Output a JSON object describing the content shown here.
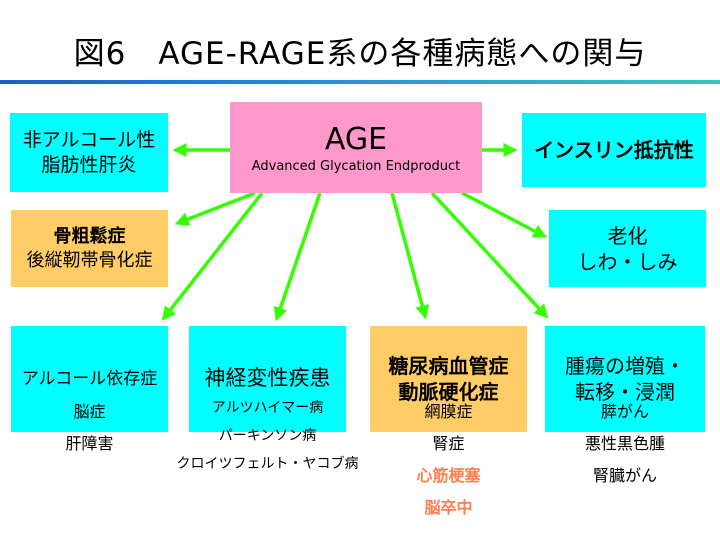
{
  "title": "図6　AGE-RAGE系の各種病態への関与",
  "center": {
    "title": "AGE",
    "subtitle": "Advanced Glycation Endproduct"
  },
  "nafld": [
    "非アルコール性",
    "脂肪性肝炎"
  ],
  "insulin": "インスリン抵抗性",
  "osteo": [
    "骨粗鬆症",
    "後縦靭帯骨化症"
  ],
  "aging": [
    "老化",
    "しわ・しみ"
  ],
  "alcohol": {
    "label": "アルコール依存症",
    "items": [
      "脳症",
      "肝障害"
    ]
  },
  "neuro": {
    "label": "神経変性疾患",
    "items": [
      "アルツハイマー病",
      "パーキンソン病",
      "クロイツフェルト・ヤコブ病"
    ]
  },
  "diabetes": {
    "label": [
      "糖尿病血管症",
      "動脈硬化症"
    ],
    "items": [
      "網膜症",
      "腎症"
    ],
    "highlighted": [
      "心筋梗塞",
      "脳卒中"
    ]
  },
  "tumor": {
    "label": [
      "腫瘍の増殖・",
      "転移・浸潤"
    ],
    "items": [
      "膵がん",
      "悪性黒色腫",
      "腎臓がん"
    ]
  },
  "colors": {
    "arrow": "#33ff00",
    "cyan": "#00ffff",
    "orange": "#ffcc66",
    "pink": "#ff99cc",
    "highlight": "#ff7f50"
  }
}
